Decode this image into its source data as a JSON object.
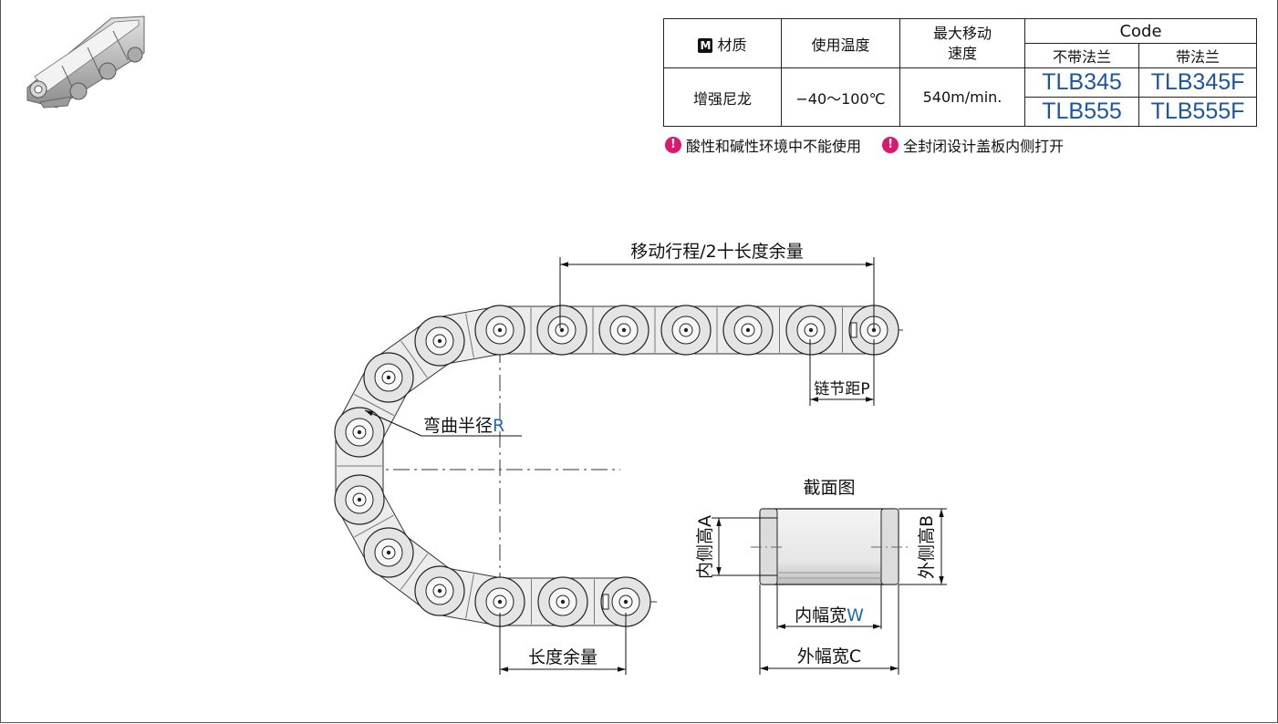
{
  "spec_table": {
    "headers": {
      "material": "材质",
      "material_badge": "M",
      "temperature": "使用温度",
      "speed": "最大移动\n速度",
      "code": "Code",
      "no_flange": "不带法兰",
      "with_flange": "带法兰"
    },
    "row": {
      "material": "增强尼龙",
      "temperature": "−40～100℃",
      "speed": "540m/min."
    },
    "codes": [
      {
        "no_flange": "TLB345",
        "with_flange": "TLB345F"
      },
      {
        "no_flange": "TLB555",
        "with_flange": "TLB555F"
      }
    ]
  },
  "notes": [
    {
      "icon": "warning-icon",
      "text": "酸性和碱性环境中不能使用"
    },
    {
      "icon": "warning-icon",
      "text": "全封闭设计盖板内侧打开"
    }
  ],
  "diagram": {
    "stroke_label": "移动行程/2十长度余量",
    "pitch_label": "链节距P",
    "bend_radius_label": "弯曲半径",
    "bend_radius_symbol": "R",
    "extra_length_label": "长度余量",
    "section_title": "截面图",
    "inner_height_label": "内侧高A",
    "outer_height_label": "外侧高B",
    "inner_width_label": "内幅宽",
    "inner_width_symbol": "W",
    "outer_width_label": "外幅宽C"
  },
  "colors": {
    "code_blue": "#1a56a8",
    "symbol_blue": "#1a6ab8",
    "warning_pink": "#e0166e"
  }
}
